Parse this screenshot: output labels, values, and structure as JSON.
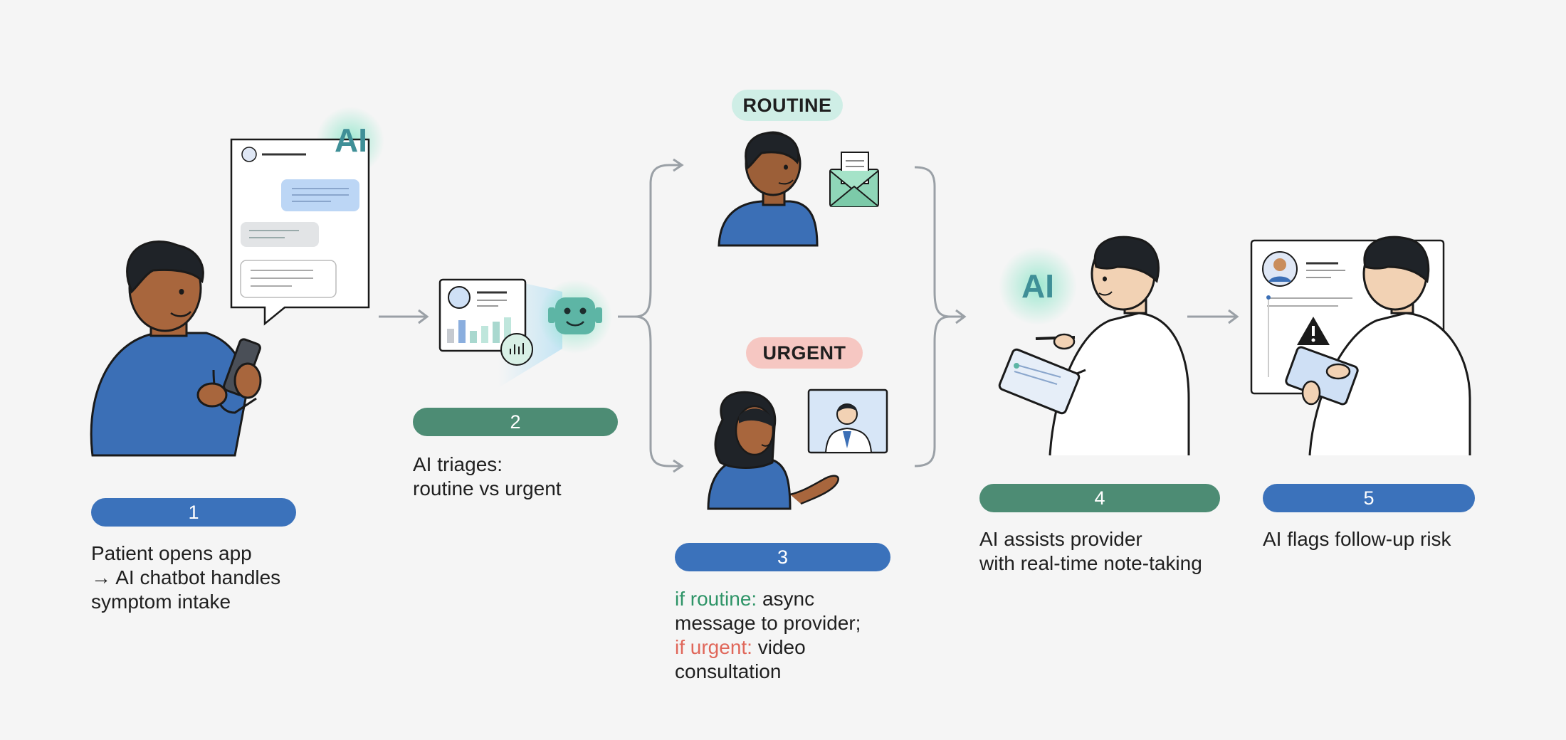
{
  "steps": [
    {
      "number": "1",
      "caption_lines": [
        "Patient opens app",
        "→ AI chatbot handles",
        "symptom intake"
      ]
    },
    {
      "number": "2",
      "caption_lines": [
        "AI triages:",
        "routine vs urgent"
      ]
    },
    {
      "number": "3",
      "routine_prefix": "if routine:",
      "routine_text": " async",
      "line2": "message to provider;",
      "urgent_prefix": "if urgent:",
      "urgent_text": " video",
      "line4": "consultation"
    },
    {
      "number": "4",
      "caption_lines": [
        "AI assists provider",
        "with real-time note-taking"
      ]
    },
    {
      "number": "5",
      "caption_lines": [
        "AI flags follow-up risk"
      ]
    }
  ],
  "tags": {
    "routine": "ROUTINE",
    "urgent": "URGENT"
  },
  "ai_badges": {
    "chat": "AI",
    "provider": "AI"
  },
  "colors": {
    "step_blue": "#3b72bb",
    "step_green": "#4d8c74",
    "routine_text": "#2e9467",
    "urgent_text": "#e0675a",
    "shirt_blue": "#3b6fb6",
    "background": "#f5f5f5"
  },
  "icons": [
    "patient-with-phone",
    "chat-window-icon",
    "triage-report-icon",
    "chatbot-robot-icon",
    "envelope-icon",
    "video-call-icon",
    "tablet-icon",
    "warning-icon"
  ]
}
